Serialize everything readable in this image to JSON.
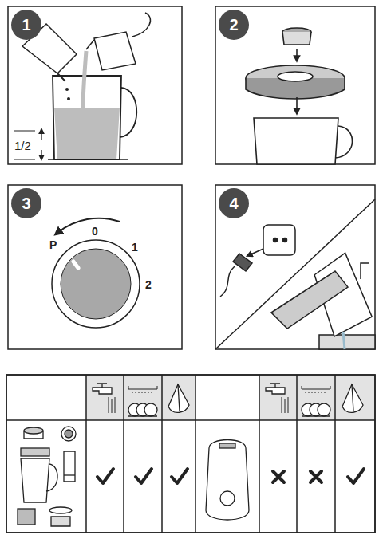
{
  "diagram": {
    "nodes": [
      {
        "text": [
          "1"
        ]
      },
      {
        "text": [
          "2"
        ]
      },
      {
        "text": [
          "3"
        ]
      },
      {
        "text": [
          "4"
        ]
      }
    ],
    "labels": [
      "1/2",
      "P",
      "0",
      "1",
      "2"
    ]
  }
}
